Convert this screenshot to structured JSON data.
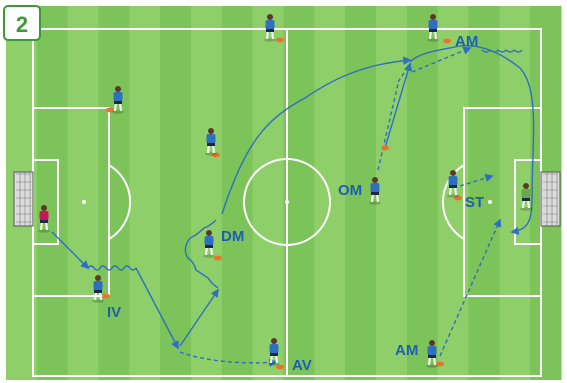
{
  "diagram": {
    "step_number": "2",
    "colors": {
      "pitch_light": "#8fcf6a",
      "pitch_dark": "#7cc35a",
      "lines": "#ffffff",
      "path": "#2f6fc0",
      "labels": "#1f5fae",
      "badge": "#3a9a35",
      "cone": "#e8742a"
    },
    "labels": {
      "am_top": "AM",
      "om": "OM",
      "st": "ST",
      "dm": "DM",
      "iv": "IV",
      "av": "AV",
      "am_bottom": "AM"
    }
  }
}
